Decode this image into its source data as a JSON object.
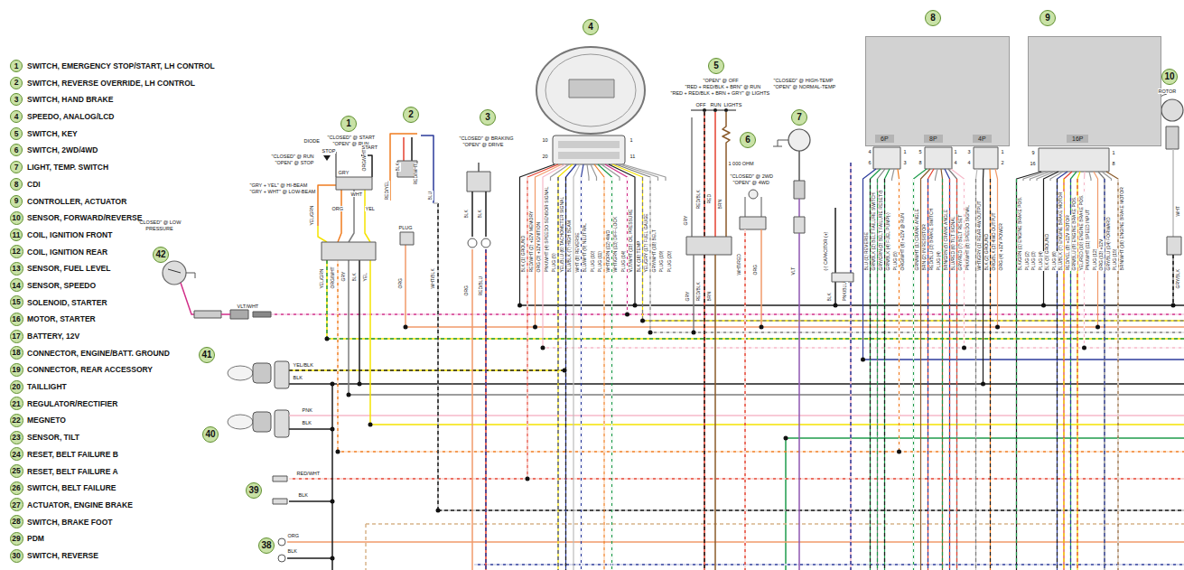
{
  "diagram": {
    "nodes": [
      {
        "text": [
          "1"
        ]
      },
      {
        "text": [
          "2"
        ]
      },
      {
        "text": [
          "3"
        ]
      },
      {
        "text": [
          "4"
        ]
      },
      {
        "text": [
          "5"
        ]
      },
      {
        "text": [
          "6"
        ]
      },
      {
        "text": [
          "7"
        ]
      },
      {
        "text": [
          "8"
        ]
      },
      {
        "text": [
          "9"
        ]
      },
      {
        "text": [
          "10"
        ]
      },
      {
        "text": [
          "11"
        ]
      },
      {
        "text": [
          "12"
        ]
      },
      {
        "text": [
          "13"
        ]
      },
      {
        "text": [
          "14"
        ]
      },
      {
        "text": [
          "15"
        ]
      },
      {
        "text": [
          "16"
        ]
      },
      {
        "text": [
          "17"
        ]
      },
      {
        "text": [
          "18"
        ]
      },
      {
        "text": [
          "19"
        ]
      },
      {
        "text": [
          "20"
        ]
      },
      {
        "text": [
          "21"
        ]
      },
      {
        "text": [
          "22"
        ]
      },
      {
        "text": [
          "23"
        ]
      },
      {
        "text": [
          "24"
        ]
      },
      {
        "text": [
          "25"
        ]
      },
      {
        "text": [
          "26"
        ]
      },
      {
        "text": [
          "27"
        ]
      },
      {
        "text": [
          "28"
        ]
      },
      {
        "text": [
          "29"
        ]
      },
      {
        "text": [
          "30"
        ]
      },
      {
        "text": [
          "1"
        ]
      },
      {
        "text": [
          "2"
        ]
      },
      {
        "text": [
          "3"
        ]
      },
      {
        "text": [
          "4"
        ]
      },
      {
        "text": [
          "5"
        ]
      },
      {
        "text": [
          "6"
        ]
      },
      {
        "text": [
          "7"
        ]
      },
      {
        "text": [
          "8"
        ]
      },
      {
        "text": [
          "9"
        ]
      },
      {
        "text": [
          "10"
        ]
      },
      {
        "text": [
          "42"
        ]
      },
      {
        "text": [
          "41"
        ]
      },
      {
        "text": [
          "40"
        ]
      },
      {
        "text": [
          "39"
        ]
      },
      {
        "text": [
          "38"
        ]
      },
      {
        "text": [
          "6P",
          "8P",
          "4P"
        ]
      },
      {
        "text": [
          "16P"
        ]
      }
    ],
    "labels": [
      "SWITCH, EMERGENCY STOP/START, LH CONTROL",
      "SWITCH, REVERSE OVERRIDE, LH CONTROL",
      "SWITCH, HAND BRAKE",
      "SPEEDO, ANALOG/LCD",
      "SWITCH, KEY",
      "SWITCH, 2WD/4WD",
      "LIGHT, TEMP. SWITCH",
      "CDI",
      "CONTROLLER, ACTUATOR",
      "SENSOR, FORWARD/REVERSE",
      "COIL, IGNITION FRONT",
      "COIL, IGNITION REAR",
      "SENSOR, FUEL LEVEL",
      "SENSOR, SPEEDO",
      "SOLENOID, STARTER",
      "MOTOR, STARTER",
      "BATTERY, 12V",
      "CONNECTOR, ENGINE/BATT. GROUND",
      "CONNECTOR, REAR ACCESSORY",
      "TAILLIGHT",
      "REGULATOR/RECTIFIER",
      "MEGNETO",
      "SENSOR, TILT",
      "RESET, BELT FAILURE B",
      "RESET, BELT FAILURE A",
      "SWITCH, BELT FAILURE",
      "ACTUATOR, ENGINE BRAKE",
      "SWITCH, BRAKE FOOT",
      "PDM",
      "SWITCH, REVERSE",
      "\"CLOSED\" @ START",
      "\"OPEN\" @ RUN",
      "DIODE",
      "STOP",
      "START",
      "\"CLOSED\" @ RUN",
      "\"OPEN\" @ STOP",
      "\"GRY + YEL\" @ HI-BEAM",
      "\"GRY + WHT\" @ LOW-BEAM",
      "YEL/GRN",
      "ORG/WHT",
      "GRY",
      "WHT",
      "ORG",
      "YEL",
      "BLK",
      "RED/YEL",
      "RED/WHT",
      "BLU",
      "\"CLOSED\" @ BRAKING",
      "\"OPEN\" @ DRIVE",
      "BLK",
      "BLK",
      "10",
      "1",
      "20",
      "11",
      "BLK (1) GROUND",
      "RED/WHT (2) +12V MEMORY",
      "ORG (3) +12V IGNITION",
      "PNK/WHT (4) SPEEDO SENSOR SIGNAL",
      "PLUG (5)",
      "YEL/BLU (6) TACHOMETER SIGNAL",
      "BLU/BLK (7) HIGH BEAM",
      "WHT (8) REVERSE",
      "BLU/WHT (9) NEUTRAL",
      "PLUG (10)",
      "PLUG (11)",
      "WHT/ORN (12) 4WD",
      "WHT/GRN (13) DIFF-LOCK",
      "PLUG (14)",
      "VLT/WHT (15) OIL PRESSURE",
      "BLK (16) TEMP",
      "YEL/GRY (17) FUEL GAUGE",
      "GRY/WHT (18) BELT",
      "PLUG (19)",
      "PLUG (20)",
      "\"OPEN\" @ OFF",
      "\"RED + RED/BLK + BRN\" @ RUN",
      "\"RED + RED/BLK + BRN + GRY\" @ LIGHTS",
      "OFF",
      "RUN",
      "LIGHTS",
      "RED/BLK",
      "RED",
      "BRN",
      "GRY",
      "1 000 OHM",
      "\"CLOSED\" @ 2WD",
      "\"OPEN\" @ 4WD",
      "WHT/RED",
      "ORG",
      "\"CLOSED\" @ HIGH-TEMP",
      "\"OPEN\" @ NORMAL-TEMP",
      "VLT",
      "GRY",
      "RED/BLK",
      "BRN",
      "(-) CAPACITOR (+)",
      "BLK",
      "PNK/BLU",
      "4",
      "1",
      "6",
      "3",
      "5",
      "1",
      "8",
      "4",
      "3",
      "1",
      "4",
      "2",
      "9",
      "1",
      "16",
      "8",
      "BLU (1) REVERSE",
      "GRN/BLK (2) BELT FAILURE SWITCH",
      "GRY/GRN (3) BELT FAILURE RESET-B",
      "GRN/BLK (4) FUEL PUMP(-)",
      "PLUG (5)",
      "ORG/WHT (6) +12V @ RUN",
      "GRN/WHT (1) CRANK ANGLE",
      "BRN (2) IN RESISTOR",
      "RED/BLU (3) BRAKE SWITCH",
      "PLUG (4)",
      "BRN/GRN (5) CRANK ANGLE",
      "BLU/RED (6) TILT SIGNAL",
      "GRY/RED (7) BELT RESET",
      "PNK/WHT (8) SPEEDO SIGNAL",
      "WHT/GRY (1) REAR 4W OUTPUT",
      "BLK (2) GROUND",
      "ORG/BLK (3) 4WD OUTPUT",
      "ORG (4) +12V POWER",
      "BLK/GRN (1) ENGINE BRAKE POS.",
      "PLUG (2)",
      "PLUG (3)",
      "PLUG (4)",
      "BLK (5) GROUND",
      "PLUG (6)",
      "BLU/BLK (7) ENGINE BRAKE MOTOR",
      "RED/YEL (8) +12V ROTOR",
      "GRN/BLU (9) ENGINE BRAKE POS.",
      "YEL/RED (10) ENGINE BRAKE POS.",
      "PNK/WHT (11) SPEED INPUT",
      "PLUG (12)",
      "ORG (13) +12V",
      "GRY/BLU (14) FORWARD",
      "PLUG (15)",
      "BRN/WHT (16) ENGINE BRAKE MOTOR",
      "ROTOR",
      "WHT",
      "GRY/BLK",
      "\"CLOSED\" @ LOW PRESSURE",
      "VLT/WHT",
      "YEL/GRN",
      "ORG/WHT",
      "GRY",
      "BLK",
      "YEL",
      "PLUG",
      "ORG",
      "WHT/BLK",
      "ORG",
      "RED/BLU",
      "YEL/BLK",
      "BLK",
      "PNK",
      "BLK",
      "RED/WHT",
      "BLK",
      "ORG",
      "BLK"
    ]
  }
}
